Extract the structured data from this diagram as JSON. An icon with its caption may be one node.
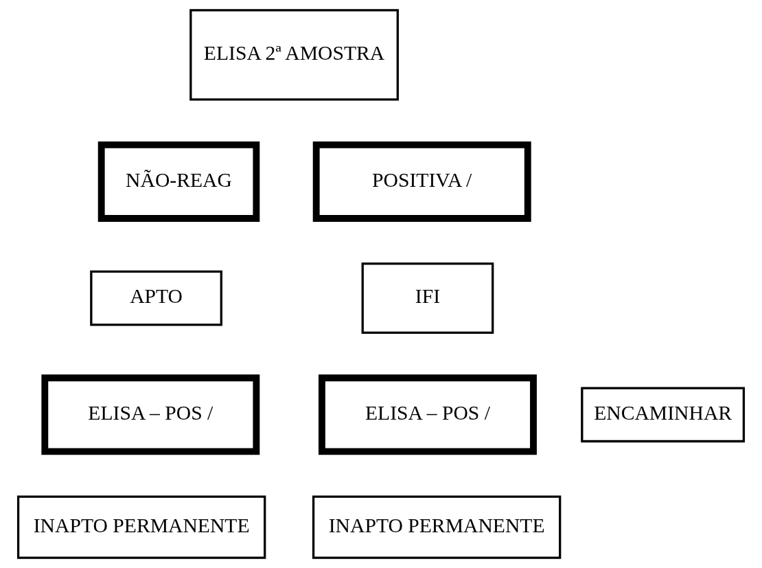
{
  "diagram": {
    "nodes": [
      {
        "text": [
          "ELISA 2ª AMOSTRA"
        ]
      },
      {
        "text": [
          "NÃO-REAG"
        ]
      },
      {
        "text": [
          "POSITIVA /"
        ]
      },
      {
        "text": [
          "APTO"
        ]
      },
      {
        "text": [
          "IFI"
        ]
      },
      {
        "text": [
          "ELISA – POS /"
        ]
      },
      {
        "text": [
          "ELISA – POS /"
        ]
      },
      {
        "text": [
          "INAPTO PERMANENTE"
        ]
      },
      {
        "text": [
          "ENCAMINHAR"
        ]
      },
      {
        "text": [
          "INAPTO PERMANENTE"
        ]
      }
    ],
    "edges": []
  }
}
